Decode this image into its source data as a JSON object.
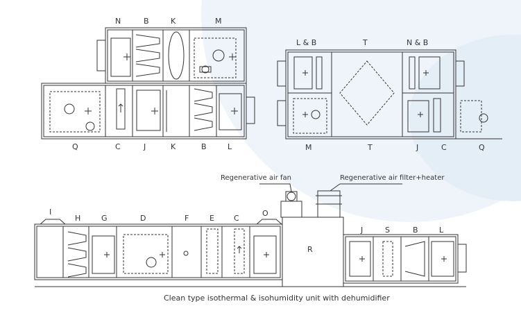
{
  "diagrams": {
    "top_left": {
      "top_row_labels": [
        "N",
        "B",
        "K",
        "M"
      ],
      "bottom_row_labels": [
        "Q",
        "C",
        "J",
        "K",
        "B",
        "L"
      ]
    },
    "top_right": {
      "top_row_labels": [
        "L & B",
        "T",
        "N & B"
      ],
      "bottom_row_labels": [
        "M",
        "T",
        "J",
        "C",
        "Q"
      ]
    },
    "bottom": {
      "callouts": {
        "fan": "Regenerative air fan",
        "filter_heater": "Regenerative air filter+heater"
      },
      "labels": [
        "I",
        "H",
        "G",
        "D",
        "F",
        "E",
        "C",
        "O",
        "R",
        "J",
        "S",
        "B",
        "L"
      ],
      "caption": "Clean type isothermal & isohumidity unit with dehumidifier"
    }
  },
  "colors": {
    "line": "#333333",
    "watermark": "#dde9f4",
    "background": "#ffffff"
  }
}
